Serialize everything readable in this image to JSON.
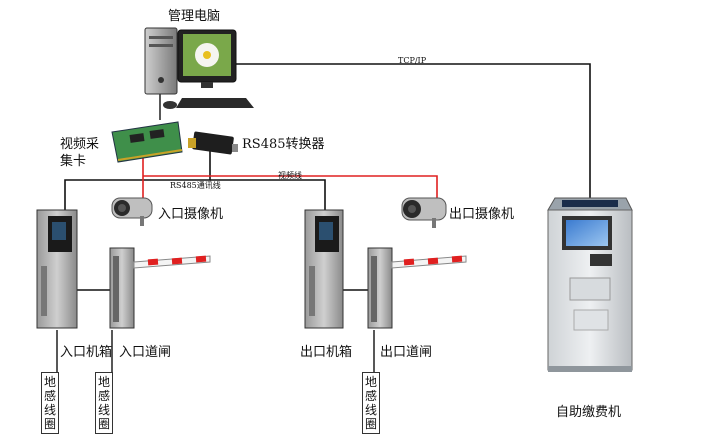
{
  "labels": {
    "management_pc": "管理电脑",
    "tcpip": "TCP/IP",
    "video_card": "视频采\n集卡",
    "rs485_converter": "RS485转换器",
    "rs485_line": "RS485通讯线",
    "video_line": "视频线",
    "entry_camera": "入口摄像机",
    "exit_camera": "出口摄像机",
    "entry_box": "入口机箱",
    "entry_gate": "入口道闸",
    "exit_box": "出口机箱",
    "exit_gate": "出口道闸",
    "loop_1": "地感线圈",
    "loop_2": "地感线圈",
    "loop_3": "地感线圈",
    "kiosk": "自助缴费机"
  },
  "colors": {
    "rs485_line": "#111111",
    "video_line": "#e02020",
    "network_line": "#111111"
  }
}
